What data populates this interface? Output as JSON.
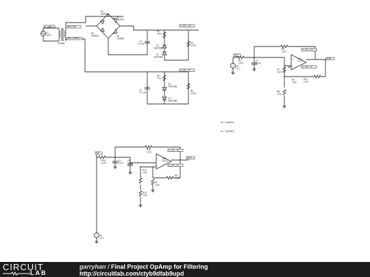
{
  "schematic": {
    "sources": {
      "v_main": {
        "ref": "V1",
        "value": "120 V"
      },
      "vs1": {
        "ref": "V2",
        "value": "12 V"
      },
      "vs2": {
        "ref": "V3",
        "value": "12 V"
      }
    },
    "transformer": {
      "ref": "XFMR1"
    },
    "diodes": [
      {
        "ref": "D1",
        "part": "1N4001"
      },
      {
        "ref": "D2",
        "part": "1N4001"
      },
      {
        "ref": "D3",
        "part": "1N4001"
      },
      {
        "ref": "D4",
        "part": "1N4001"
      }
    ],
    "zeners": [
      {
        "ref": "Z1",
        "part": "1N4733B"
      },
      {
        "ref": "Z2",
        "part": "1N4733B"
      },
      {
        "ref": "Z3",
        "part": "1N4733B"
      },
      {
        "ref": "Z4",
        "part": "1N4733B"
      }
    ],
    "resistors": [
      {
        "ref": "R1",
        "value": "75 Ω"
      },
      {
        "ref": "R2",
        "value": "75 Ω"
      },
      {
        "ref": "R3",
        "value": "10 kΩ"
      },
      {
        "ref": "R4",
        "value": "10 kΩ"
      },
      {
        "ref": "R5",
        "value": "1 kΩ"
      },
      {
        "ref": "R6",
        "value": "1 kΩ"
      },
      {
        "ref": "R7",
        "value": "1 kΩ"
      },
      {
        "ref": "R8",
        "value": "1 kΩ"
      },
      {
        "ref": "R9",
        "value": "1 kΩ"
      },
      {
        "ref": "R10",
        "value": "1 kΩ"
      },
      {
        "ref": "R11",
        "value": "1 kΩ"
      },
      {
        "ref": "R12",
        "value": "1 kΩ"
      },
      {
        "ref": "R13",
        "value": "1 kΩ"
      }
    ],
    "capacitors": [
      {
        "ref": "C1",
        "value": "4.7 mF"
      },
      {
        "ref": "C2",
        "value": "4.7 mF"
      },
      {
        "ref": "C3",
        "value": "10 nF"
      },
      {
        "ref": "C4",
        "value": "10 nF"
      },
      {
        "ref": "C5",
        "value": "10 nF"
      }
    ],
    "opamps": [
      {
        "ref": "OA1",
        "part": "TL071"
      },
      {
        "ref": "OA2",
        "part": "TL071"
      }
    ],
    "net_labels": {
      "rail_pos": "V_out_+15",
      "rail_neg": "V_out_-15",
      "sec_top": "Sec_top",
      "sec_bottom": "Sec_bottom",
      "v_main": "V_main",
      "v_in": "Vin",
      "v_out": "Vout"
    },
    "notes": {
      "gain": "Av = Vout/Vin",
      "fc": "fc = 1/(2πRC)"
    }
  },
  "footer": {
    "logo_top": "CIRCUIT",
    "logo_bottom": "LAB",
    "author": "garryhan",
    "separator": " / ",
    "project_title": "Final Project OpAmp for Filtering",
    "url": "http://circuitlab.com/ctyb9dfab9upd"
  }
}
